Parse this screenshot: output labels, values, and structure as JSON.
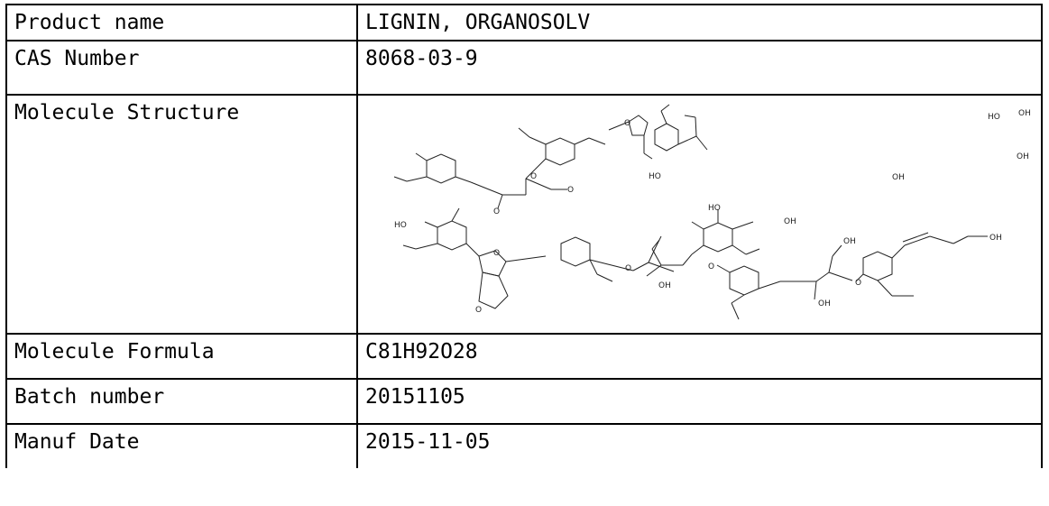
{
  "rows": [
    {
      "label": "Product name",
      "value": "LIGNIN, ORGANOSOLV"
    },
    {
      "label": "CAS Number",
      "value": "8068-03-9"
    },
    {
      "label": "Molecule Structure",
      "value": ""
    },
    {
      "label": "Molecule Formula",
      "value": "C81H92O28"
    },
    {
      "label": "Batch number",
      "value": "20151105"
    },
    {
      "label": "Manuf Date",
      "value": "2015-11-05"
    }
  ],
  "structure": {
    "atom_labels": [
      "HO",
      "OH",
      "OH",
      "HO",
      "OH",
      "HO",
      "HO",
      "OH",
      "OH",
      "OH",
      "OH",
      "OH"
    ],
    "ring_o": "O"
  }
}
